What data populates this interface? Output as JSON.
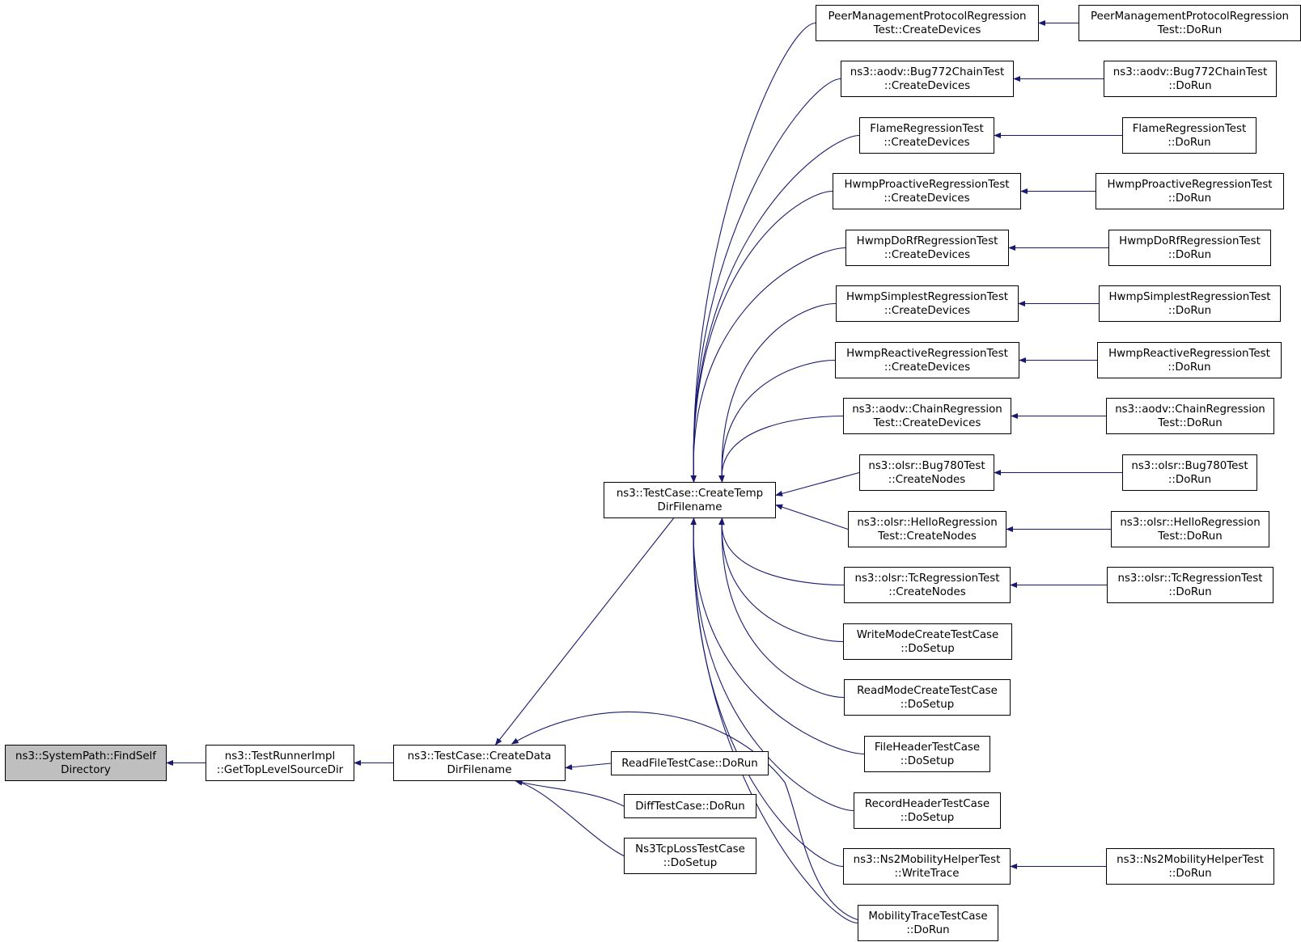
{
  "diagram": {
    "type": "call-graph",
    "direction": "right-to-left",
    "colors": {
      "edge": "#191970",
      "node_border": "#000000",
      "focus_fill": "#bfbfbf",
      "node_fill": "#ffffff"
    },
    "nodes": [
      {
        "id": "n0",
        "label": "ns3::SystemPath::FindSelf\nDirectory",
        "focus": true
      },
      {
        "id": "n1",
        "label": "ns3::TestRunnerImpl\n::GetTopLevelSourceDir"
      },
      {
        "id": "n2",
        "label": "ns3::TestCase::CreateData\nDirFilename"
      },
      {
        "id": "n3",
        "label": "ns3::TestCase::CreateTemp\nDirFilename"
      },
      {
        "id": "n4",
        "label": "ReadFileTestCase::DoRun"
      },
      {
        "id": "n5",
        "label": "DiffTestCase::DoRun"
      },
      {
        "id": "n6",
        "label": "Ns3TcpLossTestCase\n::DoSetup"
      },
      {
        "id": "n7",
        "label": "PeerManagementProtocolRegression\nTest::CreateDevices"
      },
      {
        "id": "n8",
        "label": "ns3::aodv::Bug772ChainTest\n::CreateDevices"
      },
      {
        "id": "n9",
        "label": "FlameRegressionTest\n::CreateDevices"
      },
      {
        "id": "n10",
        "label": "HwmpProactiveRegressionTest\n::CreateDevices"
      },
      {
        "id": "n11",
        "label": "HwmpDoRfRegressionTest\n::CreateDevices"
      },
      {
        "id": "n12",
        "label": "HwmpSimplestRegressionTest\n::CreateDevices"
      },
      {
        "id": "n13",
        "label": "HwmpReactiveRegressionTest\n::CreateDevices"
      },
      {
        "id": "n14",
        "label": "ns3::aodv::ChainRegression\nTest::CreateDevices"
      },
      {
        "id": "n15",
        "label": "ns3::olsr::Bug780Test\n::CreateNodes"
      },
      {
        "id": "n16",
        "label": "ns3::olsr::HelloRegression\nTest::CreateNodes"
      },
      {
        "id": "n17",
        "label": "ns3::olsr::TcRegressionTest\n::CreateNodes"
      },
      {
        "id": "n18",
        "label": "WriteModeCreateTestCase\n::DoSetup"
      },
      {
        "id": "n19",
        "label": "ReadModeCreateTestCase\n::DoSetup"
      },
      {
        "id": "n20",
        "label": "FileHeaderTestCase\n::DoSetup"
      },
      {
        "id": "n21",
        "label": "RecordHeaderTestCase\n::DoSetup"
      },
      {
        "id": "n22",
        "label": "ns3::Ns2MobilityHelperTest\n::WriteTrace"
      },
      {
        "id": "n23",
        "label": "MobilityTraceTestCase\n::DoRun"
      },
      {
        "id": "n24",
        "label": "PeerManagementProtocolRegression\nTest::DoRun"
      },
      {
        "id": "n25",
        "label": "ns3::aodv::Bug772ChainTest\n::DoRun"
      },
      {
        "id": "n26",
        "label": "FlameRegressionTest\n::DoRun"
      },
      {
        "id": "n27",
        "label": "HwmpProactiveRegressionTest\n::DoRun"
      },
      {
        "id": "n28",
        "label": "HwmpDoRfRegressionTest\n::DoRun"
      },
      {
        "id": "n29",
        "label": "HwmpSimplestRegressionTest\n::DoRun"
      },
      {
        "id": "n30",
        "label": "HwmpReactiveRegressionTest\n::DoRun"
      },
      {
        "id": "n31",
        "label": "ns3::aodv::ChainRegression\nTest::DoRun"
      },
      {
        "id": "n32",
        "label": "ns3::olsr::Bug780Test\n::DoRun"
      },
      {
        "id": "n33",
        "label": "ns3::olsr::HelloRegression\nTest::DoRun"
      },
      {
        "id": "n34",
        "label": "ns3::olsr::TcRegressionTest\n::DoRun"
      },
      {
        "id": "n35",
        "label": "ns3::Ns2MobilityHelperTest\n::DoRun"
      }
    ],
    "edges": [
      {
        "from": "n1",
        "to": "n0"
      },
      {
        "from": "n2",
        "to": "n1"
      },
      {
        "from": "n3",
        "to": "n2"
      },
      {
        "from": "n4",
        "to": "n2"
      },
      {
        "from": "n5",
        "to": "n2"
      },
      {
        "from": "n6",
        "to": "n2"
      },
      {
        "from": "n23",
        "to": "n2"
      },
      {
        "from": "n7",
        "to": "n3"
      },
      {
        "from": "n8",
        "to": "n3"
      },
      {
        "from": "n9",
        "to": "n3"
      },
      {
        "from": "n10",
        "to": "n3"
      },
      {
        "from": "n11",
        "to": "n3"
      },
      {
        "from": "n12",
        "to": "n3"
      },
      {
        "from": "n13",
        "to": "n3"
      },
      {
        "from": "n14",
        "to": "n3"
      },
      {
        "from": "n15",
        "to": "n3"
      },
      {
        "from": "n16",
        "to": "n3"
      },
      {
        "from": "n17",
        "to": "n3"
      },
      {
        "from": "n18",
        "to": "n3"
      },
      {
        "from": "n19",
        "to": "n3"
      },
      {
        "from": "n20",
        "to": "n3"
      },
      {
        "from": "n21",
        "to": "n3"
      },
      {
        "from": "n22",
        "to": "n3"
      },
      {
        "from": "n23",
        "to": "n3"
      },
      {
        "from": "n24",
        "to": "n7"
      },
      {
        "from": "n25",
        "to": "n8"
      },
      {
        "from": "n26",
        "to": "n9"
      },
      {
        "from": "n27",
        "to": "n10"
      },
      {
        "from": "n28",
        "to": "n11"
      },
      {
        "from": "n29",
        "to": "n12"
      },
      {
        "from": "n30",
        "to": "n13"
      },
      {
        "from": "n31",
        "to": "n14"
      },
      {
        "from": "n32",
        "to": "n15"
      },
      {
        "from": "n33",
        "to": "n16"
      },
      {
        "from": "n34",
        "to": "n17"
      },
      {
        "from": "n35",
        "to": "n22"
      }
    ]
  }
}
